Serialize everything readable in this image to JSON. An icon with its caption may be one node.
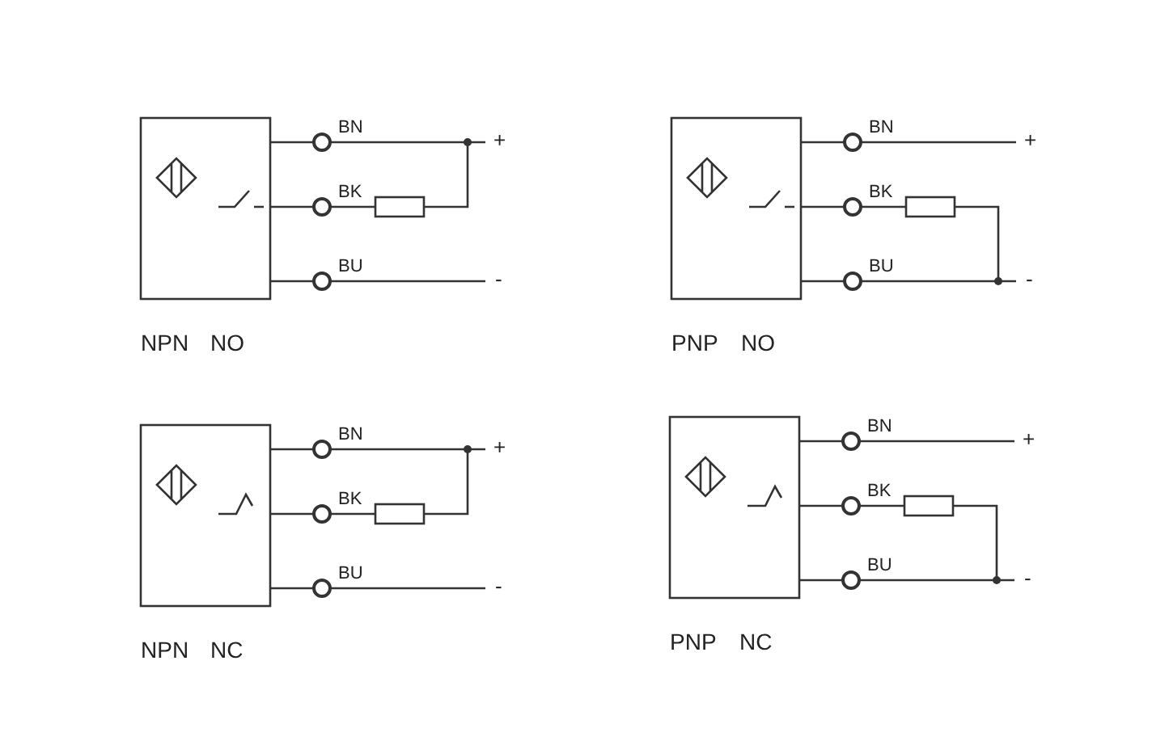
{
  "diagram": {
    "labels": [
      "BN",
      "+",
      "BK",
      "BU",
      "-",
      "NPN",
      "NO",
      "BN",
      "+",
      "BK",
      "BU",
      "-",
      "PNP",
      "NO",
      "BN",
      "+",
      "BK",
      "BU",
      "-",
      "NPN",
      "NC",
      "BN",
      "+",
      "BK",
      "BU",
      "-",
      "PNP",
      "NC"
    ]
  }
}
